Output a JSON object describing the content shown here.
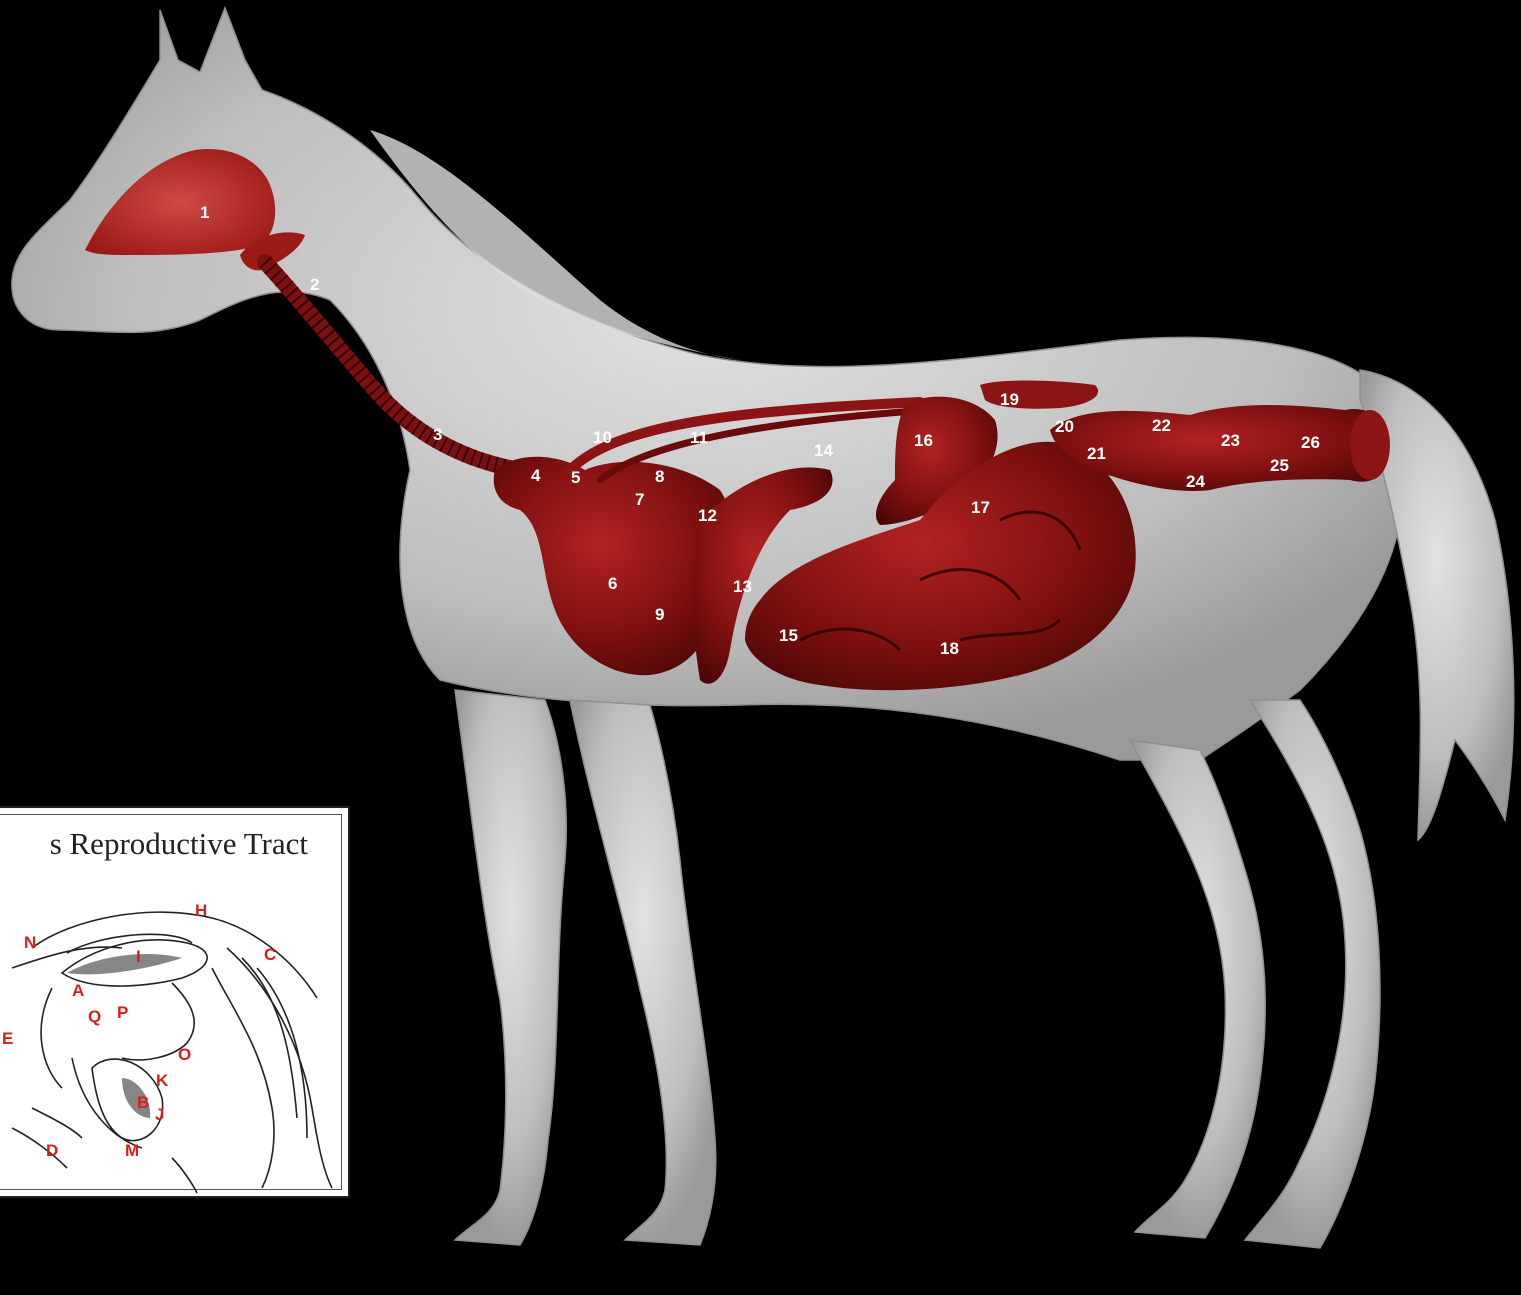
{
  "diagram": {
    "organ_labels": [
      "1",
      "2",
      "3",
      "4",
      "5",
      "6",
      "7",
      "8",
      "9",
      "10",
      "11",
      "12",
      "13",
      "14",
      "15",
      "16",
      "17",
      "18",
      "19",
      "20",
      "21",
      "22",
      "23",
      "24",
      "25",
      "26"
    ],
    "colors": {
      "background": "#000000",
      "horse_body": "#c9c9c9",
      "organ": "#7a0c0c",
      "organ_highlight": "#a51c1c",
      "label_text": "#ffffff",
      "inset_label": "#d4201c"
    }
  },
  "inset": {
    "title": "s Reproductive Tract",
    "labels": [
      "A",
      "B",
      "C",
      "D",
      "E",
      "H",
      "I",
      "J",
      "K",
      "M",
      "N",
      "O",
      "P",
      "Q"
    ]
  }
}
